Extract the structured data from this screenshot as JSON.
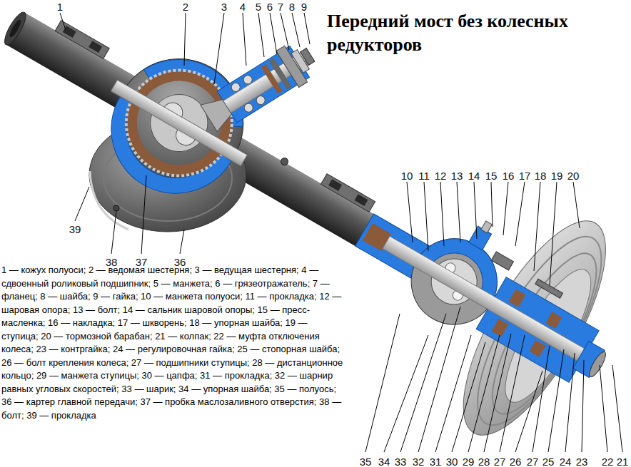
{
  "diagram": {
    "title": "Передний мост без колесных редукторов",
    "caption": "1 — кожух полуоси; 2 — ведомая шестерня; 3 — ведущая шестерня; 4 — сдвоенный роликовый подшипник; 5 — манжета; 6 — грязеотражатель; 7 — фланец; 8 — шайба; 9 — гайка; 10 — манжета полуоси; 11 — прокладка; 12 — шаровая опора; 13 — болт; 14 — сальник шаровой опоры; 15 — пресс-масленка; 16 — накладка; 17 — шкворень; 18 — упорная шайба; 19 — ступица; 20 — тормозной барабан; 21 — колпак; 22 — муфта отключения колеса; 23 — контргайка; 24 — регулировочная гайка; 25 — стопорная шайба; 26 — болт крепления колеса; 27 — подшипники ступицы; 28 — дистанционное кольцо; 29 — манжета ступицы; 30 — цапфа; 31 — прокладка; 32 — шарнир равных угловых скоростей; 33 — шарик; 34 — упорная шайба; 35 — полуось; 36 — картер главной передачи; 37 — пробка маслозаливного отверстия; 38 — болт; 39 — прокладка",
    "labels": [
      "1",
      "2",
      "3",
      "4",
      "5",
      "6",
      "7",
      "8",
      "9",
      "10",
      "11",
      "12",
      "13",
      "14",
      "15",
      "16",
      "17",
      "18",
      "19",
      "20",
      "39",
      "38",
      "37",
      "36",
      "35",
      "34",
      "33",
      "32",
      "31",
      "30",
      "29",
      "28",
      "27",
      "26",
      "27",
      "25",
      "24",
      "23",
      "22",
      "21"
    ]
  }
}
